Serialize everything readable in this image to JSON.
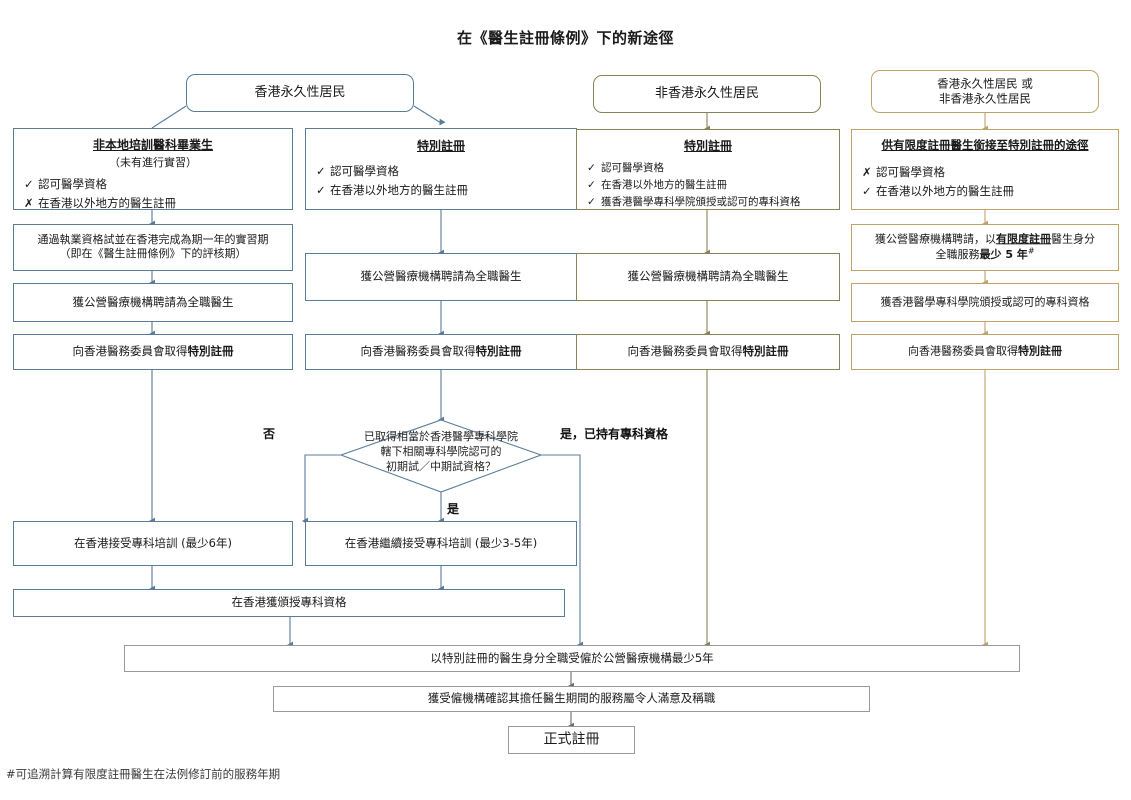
{
  "title": "在《醫生註冊條例》下的新途徑",
  "footnote": "#可追溯計算有限度註冊醫生在法例修訂前的服務年期",
  "colors": {
    "blue": "#5b7c99",
    "olive": "#8a8357",
    "gold": "#bfa369",
    "grey": "#9a9a9a",
    "text": "#1a1a1a"
  },
  "marks": {
    "check": "✓",
    "cross": "✗"
  },
  "columns": [
    {
      "id": "col1",
      "head": "香港永久性居民",
      "criteria": {
        "header": "非本地培訓醫科畢業生",
        "subtitle": "（未有進行實習）",
        "items": [
          {
            "mark": "✓",
            "text": "認可醫學資格"
          },
          {
            "mark": "✗",
            "text": "在香港以外地方的醫生註冊"
          }
        ]
      },
      "steps": [
        {
          "line1": "通過執業資格試並在香港完成為期一年的實習期",
          "line2": "（即在《醫生註冊條例》下的評核期）"
        },
        {
          "line1": "獲公營醫療機構聘請為全職醫生"
        },
        {
          "line1": "向香港醫務委員會取得",
          "bold": "特別註冊"
        }
      ]
    },
    {
      "id": "col2",
      "head": "香港永久性居民",
      "criteria": {
        "header": "特別註冊",
        "items": [
          {
            "mark": "✓",
            "text": "認可醫學資格"
          },
          {
            "mark": "✓",
            "text": "在香港以外地方的醫生註冊"
          }
        ]
      },
      "steps": [
        {
          "line1": "獲公營醫療機構聘請為全職醫生"
        },
        {
          "line1": "向香港醫務委員會取得",
          "bold": "特別註冊"
        }
      ]
    },
    {
      "id": "col3",
      "head": "非香港永久性居民",
      "criteria": {
        "header": "特別註冊",
        "items": [
          {
            "mark": "✓",
            "text": "認可醫學資格"
          },
          {
            "mark": "✓",
            "text": "在香港以外地方的醫生註冊"
          },
          {
            "mark": "✓",
            "text": "獲香港醫學專科學院頒授或認可的專科資格"
          }
        ]
      },
      "steps": [
        {
          "line1": "獲公營醫療機構聘請為全職醫生"
        },
        {
          "line1": "向香港醫務委員會取得",
          "bold": "特別註冊"
        }
      ]
    },
    {
      "id": "col4",
      "head_line1": "香港永久性居民 或",
      "head_line2": "非香港永久性居民",
      "criteria": {
        "header": "供有限度註冊醫生銜接至特別註冊的途徑",
        "items": [
          {
            "mark": "✗",
            "text": "認可醫學資格"
          },
          {
            "mark": "✓",
            "text": "在香港以外地方的醫生註冊"
          }
        ]
      },
      "steps": [
        {
          "line1a": "獲公營醫療機構聘請，以",
          "line1b": "有限度註冊",
          "line1c": "醫生身分",
          "line2a": "全職服務",
          "line2b": "最少 5 年",
          "line2c": "#"
        },
        {
          "line1": "獲香港醫學專科學院頒授或認可的專科資格"
        },
        {
          "line1": "向香港醫務委員會取得",
          "bold": "特別註冊"
        }
      ]
    }
  ],
  "decision": {
    "line1": "已取得相當於香港醫學專科學院",
    "line2": "轄下相關專科學院認可的",
    "line3": "初期試／中期試資格？",
    "label_no": "否",
    "label_yes_right": "是，已持有專科資格",
    "label_yes_down": "是"
  },
  "training": {
    "left": "在香港接受專科培訓 (最少6年)",
    "right": "在香港繼續接受專科培訓 (最少3-5年)",
    "award": "在香港獲頒授專科資格"
  },
  "final": {
    "employment": "以特別註冊的醫生身分全職受僱於公營醫療機構最少5年",
    "confirmation": "獲受僱機構確認其擔任醫生期間的服務屬令人滿意及稱職",
    "registration": "正式註冊"
  }
}
